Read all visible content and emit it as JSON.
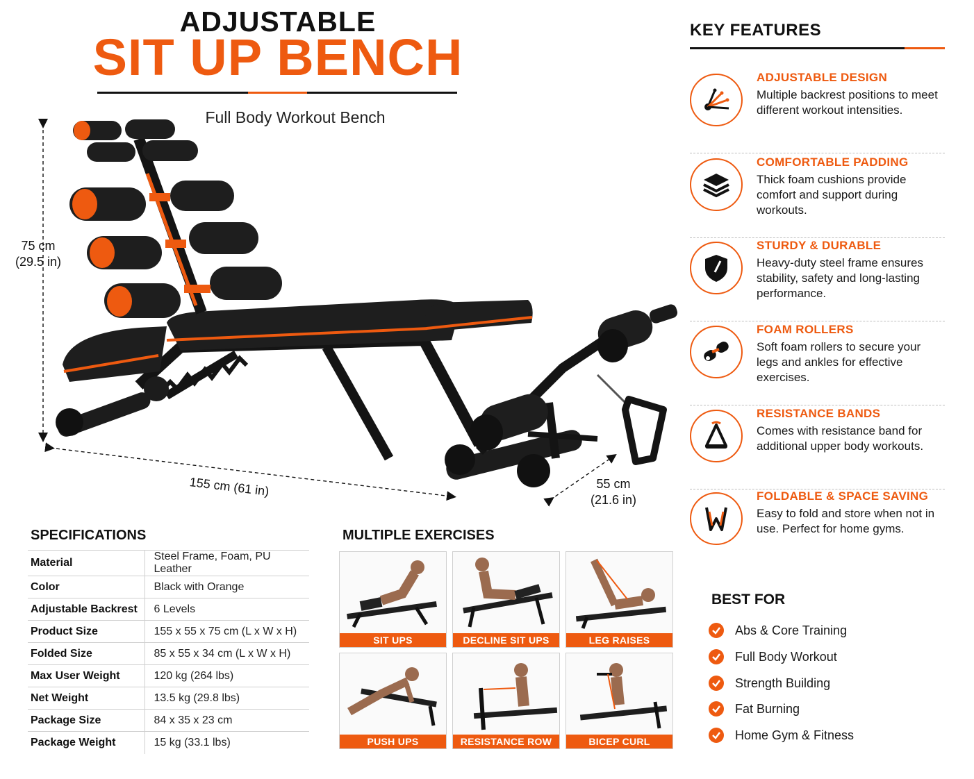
{
  "title": {
    "top": "ADJUSTABLE",
    "main": "SIT UP BENCH",
    "subtitle": "Full Body Workout Bench"
  },
  "dimensions": {
    "height_cm": "75 cm",
    "height_in": "(29.5 in)",
    "length": "155 cm (61 in)",
    "width_cm": "55 cm",
    "width_in": "(21.6 in)"
  },
  "key_features": {
    "heading": "KEY FEATURES",
    "items": [
      {
        "icon": "adjustable-icon",
        "title": "ADJUSTABLE DESIGN",
        "desc": "Multiple backrest positions to meet different workout intensities."
      },
      {
        "icon": "layers-icon",
        "title": "COMFORTABLE PADDING",
        "desc": "Thick foam cushions provide comfort and support during workouts."
      },
      {
        "icon": "shield-icon",
        "title": "STURDY & DURABLE",
        "desc": "Heavy-duty steel frame ensures stability, safety and long-lasting performance."
      },
      {
        "icon": "foam-roller-icon",
        "title": "FOAM ROLLERS",
        "desc": "Soft foam rollers to secure your legs and ankles for effective exercises."
      },
      {
        "icon": "resistance-band-icon",
        "title": "RESISTANCE BANDS",
        "desc": "Comes with resistance band for additional upper body workouts."
      },
      {
        "icon": "fold-icon",
        "title": "FOLDABLE & SPACE SAVING",
        "desc": "Easy to fold and store when not in use. Perfect for home gyms."
      }
    ]
  },
  "specifications": {
    "heading": "SPECIFICATIONS",
    "rows": [
      {
        "label": "Material",
        "value": "Steel Frame, Foam, PU Leather"
      },
      {
        "label": "Color",
        "value": "Black with Orange"
      },
      {
        "label": "Adjustable Backrest",
        "value": "6 Levels"
      },
      {
        "label": "Product Size",
        "value": "155 x 55 x 75 cm (L x W x H)"
      },
      {
        "label": "Folded Size",
        "value": "85 x 55 x 34 cm (L x W x H)"
      },
      {
        "label": "Max User Weight",
        "value": "120 kg (264 lbs)"
      },
      {
        "label": "Net Weight",
        "value": "13.5 kg (29.8 lbs)"
      },
      {
        "label": "Package Size",
        "value": "84 x 35 x 23 cm"
      },
      {
        "label": "Package Weight",
        "value": "15 kg (33.1 lbs)"
      }
    ]
  },
  "exercises": {
    "heading": "MULTIPLE EXERCISES",
    "items": [
      "SIT UPS",
      "DECLINE SIT UPS",
      "LEG RAISES",
      "PUSH UPS",
      "RESISTANCE ROW",
      "BICEP CURL"
    ]
  },
  "best_for": {
    "heading": "BEST FOR",
    "items": [
      "Abs & Core Training",
      "Full Body Workout",
      "Strength Building",
      "Fat Burning",
      "Home Gym & Fitness"
    ]
  },
  "colors": {
    "accent": "#ee5a10",
    "frame": "#141414",
    "padding": "#222222"
  }
}
